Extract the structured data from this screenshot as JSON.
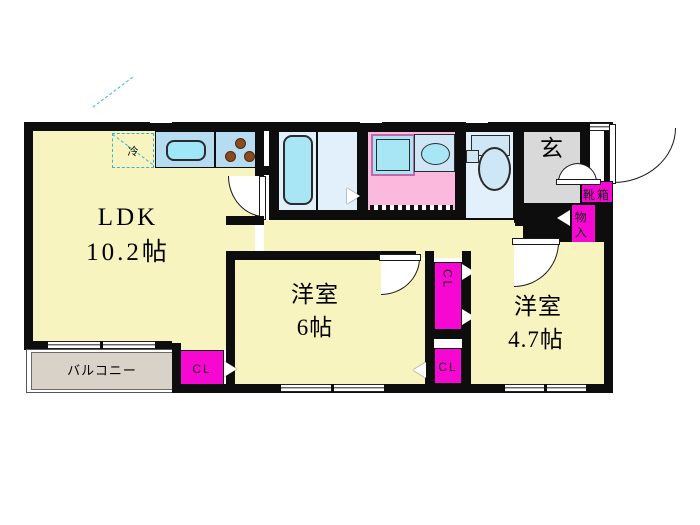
{
  "plan": {
    "type": "japanese-floor-plan",
    "unit": "帖",
    "rooms": [
      {
        "id": "ldk",
        "name": "LDK",
        "size": "10.2帖",
        "label_line1": "LDK",
        "label_line2": "10.2帖"
      },
      {
        "id": "washitsu6",
        "name": "洋室",
        "size": "6帖",
        "label_line1": "洋室",
        "label_line2": "6帖"
      },
      {
        "id": "washitsu47",
        "name": "洋室",
        "size": "4.7帖",
        "label_line1": "洋室",
        "label_line2": "4.7帖"
      }
    ],
    "storages": [
      {
        "id": "cl-ldk",
        "label": "CL",
        "orientation": "horizontal"
      },
      {
        "id": "cl-mid-top",
        "label": "CL",
        "orientation": "vertical"
      },
      {
        "id": "cl-mid-bot",
        "label": "CL",
        "orientation": "horizontal"
      },
      {
        "id": "shoebox",
        "label": "靴箱",
        "orientation": "horizontal"
      },
      {
        "id": "monoire",
        "label": "物入",
        "orientation": "vertical"
      }
    ],
    "areas": [
      {
        "id": "balcony",
        "label": "バルコニー"
      },
      {
        "id": "genkan",
        "label": "玄"
      },
      {
        "id": "fridge",
        "label": "冷"
      }
    ],
    "fixtures": [
      {
        "id": "bathtub",
        "name": "bathtub-icon"
      },
      {
        "id": "washing-machine",
        "name": "washing-machine-icon"
      },
      {
        "id": "wash-basin",
        "name": "wash-basin-icon"
      },
      {
        "id": "toilet",
        "name": "toilet-icon"
      },
      {
        "id": "kitchen-sink",
        "name": "kitchen-sink-icon"
      },
      {
        "id": "gas-stove",
        "name": "gas-stove-icon"
      }
    ],
    "colors": {
      "room_fill": "#f7f4c0",
      "wall": "#0d0d0d",
      "storage": "#f707d2",
      "water": "#a9e6f5",
      "washroom": "#fbb9dd",
      "balcony": "#d9d2c9",
      "genkan": "#d9d9d9",
      "background": "#ffffff"
    }
  }
}
